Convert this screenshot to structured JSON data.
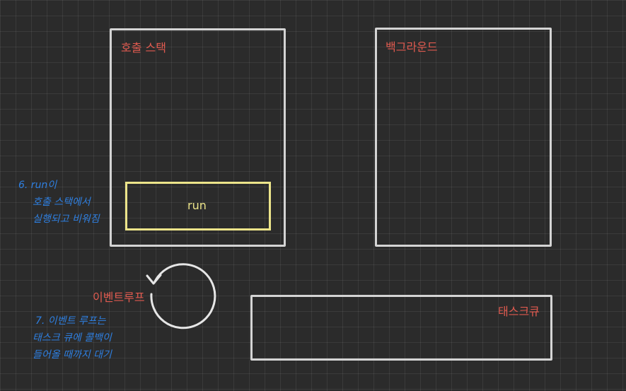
{
  "call_stack": {
    "label": "호출 스택",
    "item": "run"
  },
  "background": {
    "label": "백그라운드"
  },
  "task_queue": {
    "label": "태스크큐"
  },
  "event_loop": {
    "label": "이벤트루프"
  },
  "notes": {
    "step6": [
      "6.  run이",
      "호출 스택에서",
      "실행되고 비워짐"
    ],
    "step7": [
      "7. 이벤트 루프는",
      "태스크 큐에 콜백이",
      "들어올 때까지 대기"
    ]
  },
  "colors": {
    "box": "#d4d4d4",
    "label": "#e05a4f",
    "run": "#ece48a",
    "note": "#2e7fe0"
  }
}
